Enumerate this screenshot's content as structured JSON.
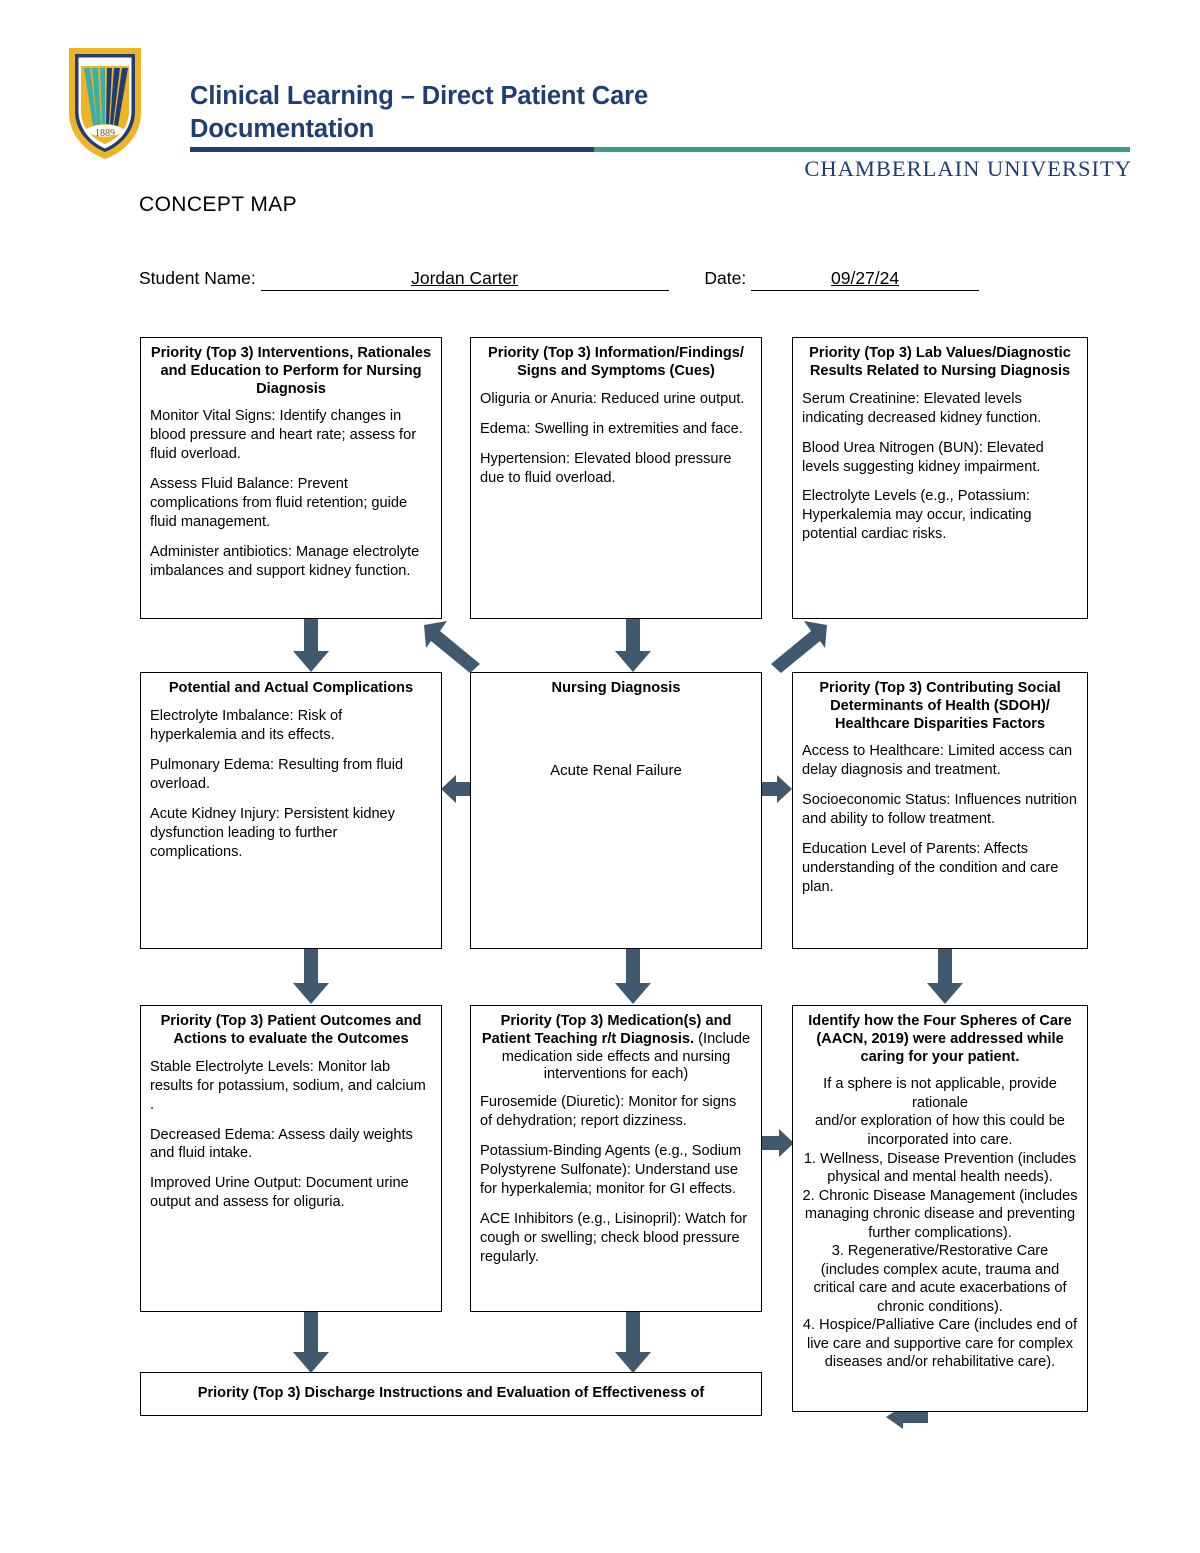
{
  "header": {
    "title_line1": "Clinical Learning – Direct Patient Care",
    "title_line2": "Documentation",
    "brand": "CHAMBERLAIN UNIVERSITY",
    "crest_year": "1889",
    "kicker": "CONCEPT MAP",
    "rule_navy": "#1F3E75",
    "rule_teal": "#3D9B8C"
  },
  "identity": {
    "student_label": "Student Name:",
    "student_value": "Jordan Carter",
    "date_label": "Date:",
    "date_value": "09/27/24"
  },
  "boxes": {
    "interventions": {
      "heading": "Priority (Top 3) Interventions, Rationales and Education to Perform for Nursing Diagnosis",
      "items": [
        " Monitor Vital Signs: Identify changes in blood pressure and heart rate; assess for fluid overload.",
        "Assess Fluid Balance: Prevent complications from fluid retention; guide fluid management.",
        "Administer antibiotics: Manage electrolyte imbalances and support kidney function."
      ]
    },
    "cues": {
      "heading": "Priority (Top 3) Information/Findings/ Signs and Symptoms (Cues)",
      "items": [
        "Oliguria or Anuria: Reduced urine output.",
        "Edema: Swelling in extremities and face.",
        "Hypertension: Elevated blood pressure due to fluid overload."
      ]
    },
    "labs": {
      "heading": "Priority (Top 3) Lab Values/Diagnostic Results Related to Nursing Diagnosis",
      "items": [
        "Serum Creatinine: Elevated levels indicating decreased kidney function.",
        "Blood Urea Nitrogen (BUN): Elevated levels suggesting kidney impairment.",
        "Electrolyte Levels (e.g., Potassium: Hyperkalemia may occur, indicating potential cardiac risks."
      ]
    },
    "complications": {
      "heading": "Potential and Actual Complications",
      "items": [
        "Electrolyte Imbalance: Risk of hyperkalemia and its effects.",
        "Pulmonary Edema: Resulting from fluid overload.",
        "Acute Kidney Injury: Persistent kidney dysfunction leading to further complications."
      ]
    },
    "diagnosis": {
      "heading": "Nursing Diagnosis",
      "value": "Acute Renal Failure"
    },
    "sdoh": {
      "heading": "Priority (Top 3) Contributing Social Determinants of Health (SDOH)/ Healthcare Disparities Factors",
      "items": [
        "Access to Healthcare: Limited access can delay diagnosis and treatment.",
        "Socioeconomic Status: Influences nutrition and ability to follow treatment.",
        "Education Level of Parents: Affects understanding of the condition and care plan."
      ]
    },
    "outcomes": {
      "heading": "Priority (Top 3) Patient Outcomes and Actions to evaluate the Outcomes",
      "items": [
        " Stable Electrolyte Levels: Monitor lab results for potassium, sodium, and calcium .",
        "Decreased Edema: Assess daily weights and fluid intake.",
        "Improved Urine Output: Document urine output and assess for oliguria."
      ]
    },
    "medications": {
      "heading": "Priority (Top 3) Medication(s) and Patient Teaching r/t Diagnosis.",
      "subheading": "(Include medication side effects and nursing interventions for each)",
      "items": [
        "Furosemide (Diuretic): Monitor for signs of dehydration; report dizziness.",
        "Potassium-Binding Agents (e.g., Sodium Polystyrene Sulfonate): Understand use for hyperkalemia; monitor for GI effects.",
        "ACE Inhibitors (e.g., Lisinopril): Watch for cough or swelling; check blood pressure regularly."
      ]
    },
    "spheres": {
      "heading": "Identify how the Four Spheres of Care (AACN, 2019) were addressed while caring for your patient.",
      "lines": [
        "If a sphere is not applicable, provide rationale",
        "and/or exploration of how this could be incorporated into care.",
        "1. Wellness, Disease Prevention (includes physical and mental health needs).",
        "2. Chronic Disease Management (includes managing chronic disease and preventing further complications).",
        "3. Regenerative/Restorative Care (includes complex acute, trauma and critical care and acute exacerbations of chronic conditions).",
        "4. Hospice/Palliative Care (includes end of live care and supportive care for complex diseases and/or rehabilitative care)."
      ]
    },
    "discharge": {
      "heading": "Priority (Top 3) Discharge Instructions and Evaluation of Effectiveness of"
    }
  },
  "arrows": {
    "color": "#41596F",
    "list": [
      "interventions-down-to-complications",
      "diagnosis-up-left-to-cues",
      "cues-down-to-diagnosis",
      "diagnosis-up-right-to-labs",
      "diagnosis-left-to-complications",
      "diagnosis-right-to-sdoh",
      "complications-down-to-outcomes",
      "diagnosis-down-to-medications",
      "sdoh-down-to-spheres",
      "medications-right-to-spheres",
      "outcomes-down-to-discharge",
      "medications-down-to-discharge",
      "spheres-left-to-discharge"
    ]
  }
}
